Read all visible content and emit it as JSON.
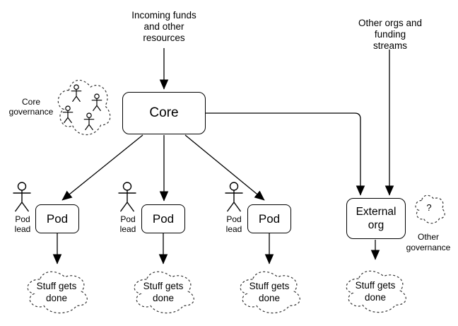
{
  "diagram": {
    "colors": {
      "stroke": "#000000",
      "background": "#ffffff",
      "text": "#000000"
    },
    "incoming_funds_label": "Incoming funds\nand other\nresources",
    "other_orgs_label": "Other orgs and\nfunding streams",
    "core": {
      "label": "Core",
      "governance_label": "Core\ngovernance"
    },
    "pods": [
      {
        "label": "Pod",
        "lead_label": "Pod\nlead",
        "output_label": "Stuff gets\ndone"
      },
      {
        "label": "Pod",
        "lead_label": "Pod\nlead",
        "output_label": "Stuff gets\ndone"
      },
      {
        "label": "Pod",
        "lead_label": "Pod\nlead",
        "output_label": "Stuff gets\ndone"
      }
    ],
    "external_org": {
      "label": "External\norg",
      "output_label": "Stuff gets\ndone"
    },
    "other_governance": {
      "symbol": "?",
      "label": "Other\ngovernance"
    }
  }
}
